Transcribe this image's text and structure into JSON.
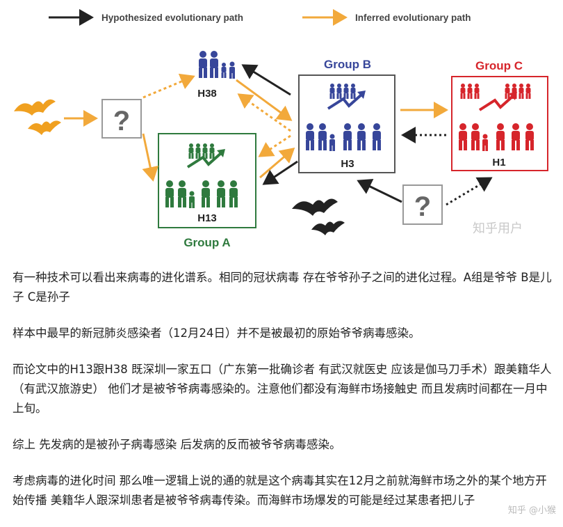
{
  "legend": {
    "hypothesized": "Hypothesized evolutionary path",
    "inferred": "Inferred evolutionary path"
  },
  "groups": {
    "a": {
      "title": "Group A",
      "label": "H13",
      "color": "#2f7a3e"
    },
    "b": {
      "title": "Group B",
      "label": "H3",
      "color": "#37469a"
    },
    "c": {
      "title": "Group C",
      "label": "H1",
      "color": "#d6252b"
    },
    "h38": {
      "label": "H38",
      "color": "#37469a"
    }
  },
  "unknown_mark": "?",
  "watermark": "知乎用户",
  "colors": {
    "hypothesized_arrow": "#222222",
    "inferred_arrow": "#f2a93b",
    "bat": "#f0a020",
    "bat_dark": "#222222"
  },
  "icons": [
    "bat-icon",
    "question-mark-icon",
    "family-icon",
    "trend-arrow-icon"
  ],
  "paragraphs": [
    "有一种技术可以看出来病毒的进化谱系。相同的冠状病毒 存在爷爷孙子之间的进化过程。A组是爷爷 B是儿子 C是孙子",
    "样本中最早的新冠肺炎感染者（12月24日）并不是被最初的原始爷爷病毒感染。",
    "而论文中的H13跟H38 既深圳一家五口（广东第一批确诊者 有武汉就医史 应该是伽马刀手术）跟美籍华人（有武汉旅游史） 他们才是被爷爷病毒感染的。注意他们都没有海鲜市场接触史 而且发病时间都在一月中上旬。",
    "综上 先发病的是被孙子病毒感染 后发病的反而被爷爷病毒感染。",
    "考虑病毒的进化时间 那么唯一逻辑上说的通的就是这个病毒其实在12月之前就海鲜市场之外的某个地方开始传播 美籍华人跟深圳患者是被爷爷病毒传染。而海鲜市场爆发的可能是经过某患者把儿子"
  ],
  "footer_watermark": "知乎 @小猴"
}
